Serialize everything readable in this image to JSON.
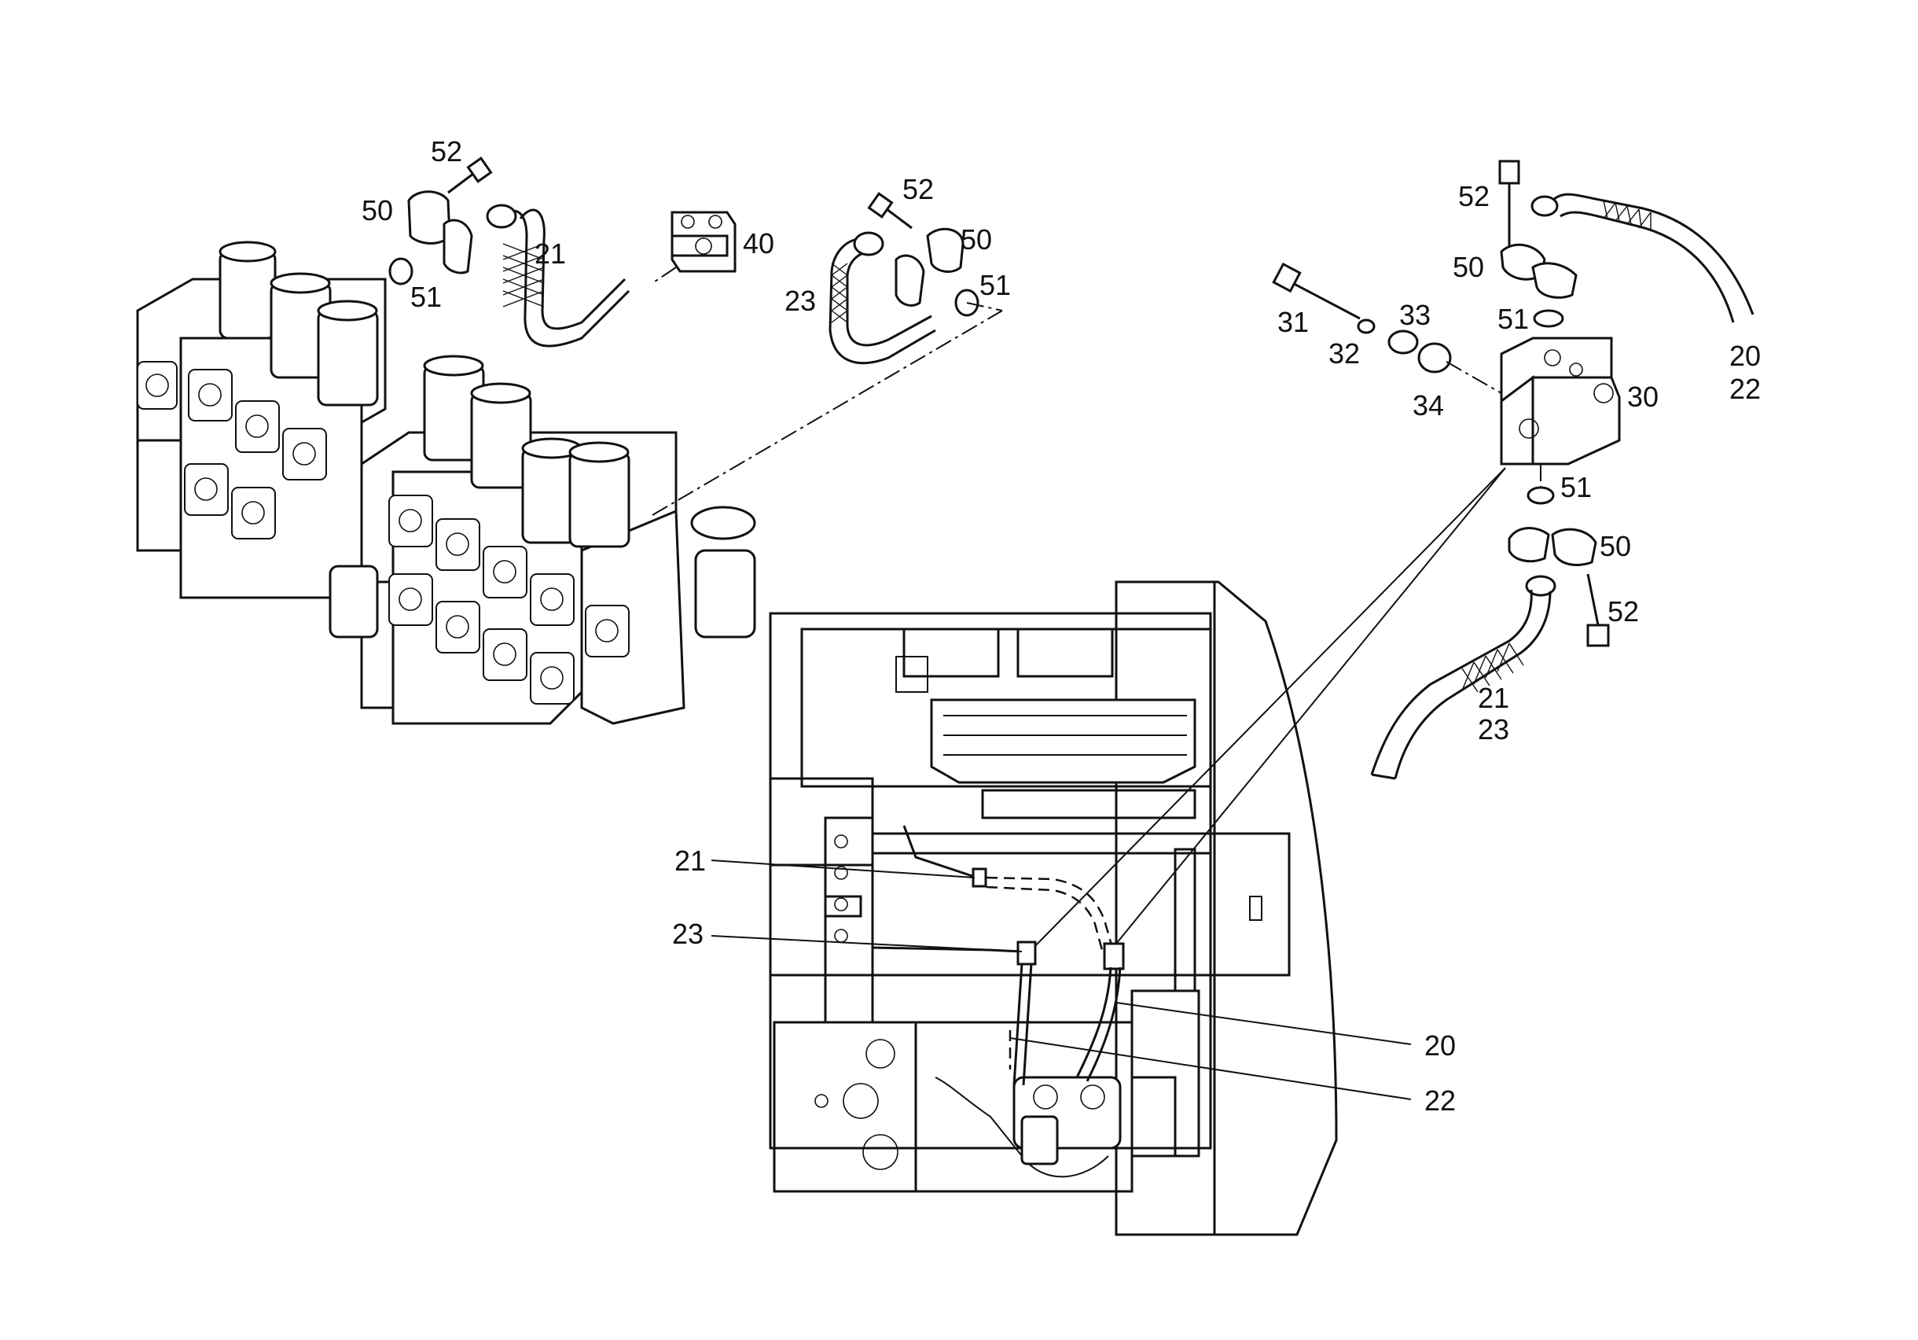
{
  "labels": {
    "l52a": "52",
    "l50a": "50",
    "l51a": "51",
    "l21a": "21",
    "l40": "40",
    "l52b": "52",
    "l50b": "50",
    "l51b": "51",
    "l23a": "23",
    "l52c": "52",
    "l50c": "50",
    "l51c": "51",
    "l31": "31",
    "l32": "32",
    "l33": "33",
    "l34": "34",
    "l30": "30",
    "l20a": "20",
    "l22a": "22",
    "l51d": "51",
    "l50d": "50",
    "l52d": "52",
    "l21b": "21",
    "l23b": "23",
    "l21c": "21",
    "l23c": "23",
    "l20b": "20",
    "l22b": "22"
  }
}
